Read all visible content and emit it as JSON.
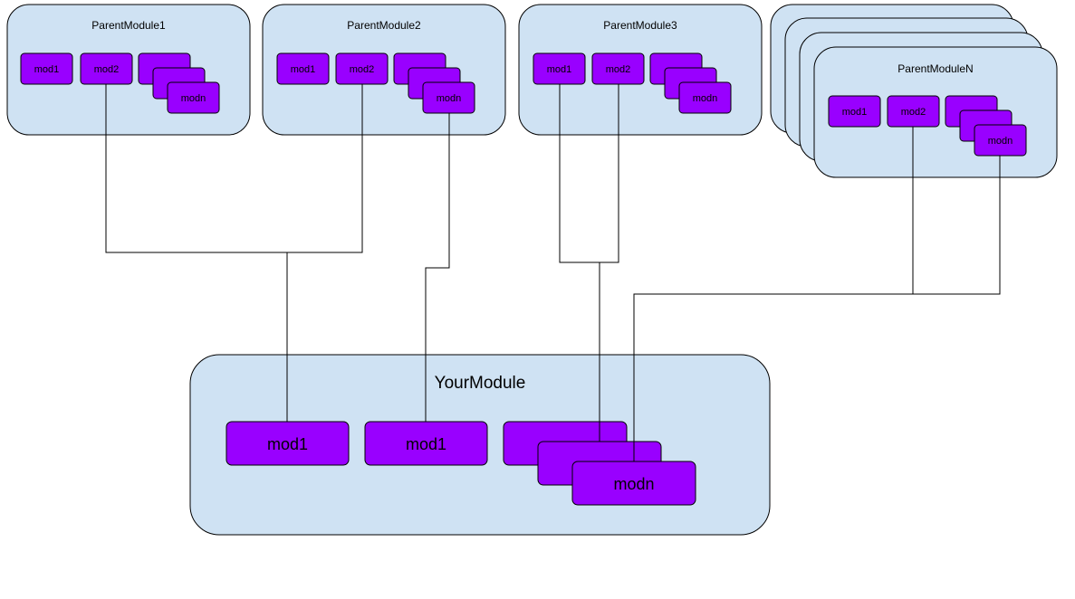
{
  "diagram": {
    "colors": {
      "container_fill": "#cfe2f3",
      "module_fill": "#9900ff",
      "stroke": "#000000",
      "background": "#ffffff"
    },
    "parents": [
      {
        "title": "ParentModule1",
        "modules": [
          "mod1",
          "mod2",
          "modn"
        ]
      },
      {
        "title": "ParentModule2",
        "modules": [
          "mod1",
          "mod2",
          "modn"
        ]
      },
      {
        "title": "ParentModule3",
        "modules": [
          "mod1",
          "mod2",
          "modn"
        ]
      },
      {
        "title": "ParentModuleN",
        "modules": [
          "mod1",
          "mod2",
          "modn"
        ]
      }
    ],
    "target": {
      "title": "YourModule",
      "modules": [
        "mod1",
        "mod1",
        "modn"
      ]
    }
  }
}
